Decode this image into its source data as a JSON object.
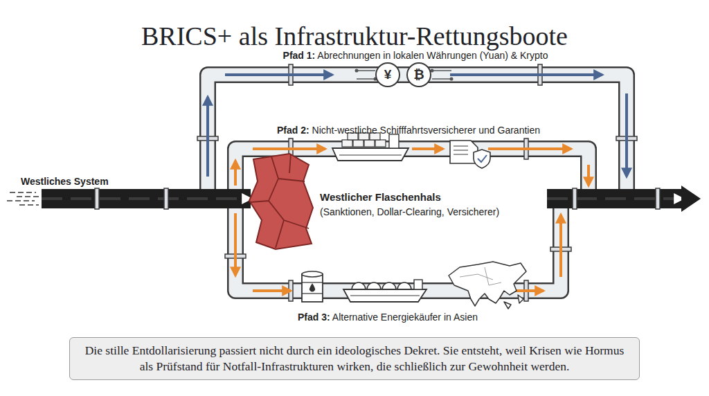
{
  "diagram": {
    "title": "BRICS+ als Infrastruktur-Rettungsboote",
    "caption": "Die stille Entdollarisierung passiert nicht durch ein ideologisches Dekret. Sie entsteht, weil Krisen wie Hormus als Prüfstand für Notfall-Infrastrukturen wirken, die schließlich zur Gewohnheit werden.",
    "labels": [
      "Pfad 1: Abrechnungen in lokalen Währungen (Yuan) & Krypto",
      "Pfad 2: Nicht-westliche Schifffahrtsversicherer und Garantien",
      "Westliches System",
      "Westlicher Flaschenhals",
      "(Sanktionen, Dollar-Clearing, Versicherer)",
      "Pfad 3: Alternative Energiekäufer in Asien",
      "¥",
      "₿"
    ]
  }
}
